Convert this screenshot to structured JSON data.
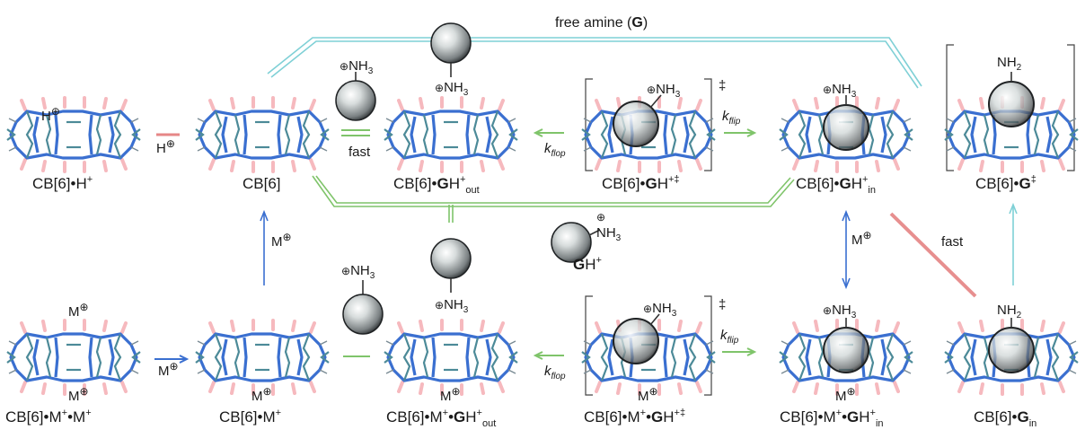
{
  "text": {
    "free_amine": "free amine (",
    "free_amine_G": "G",
    "free_amine_close": ")",
    "fast_top": "fast",
    "fast_diag": "fast",
    "k_flip": "k",
    "k_flip_sub": "flip",
    "k_flop": "k",
    "k_flop_sub": "flop",
    "dagger": "‡",
    "G": "G",
    "H_plus": "H",
    "M_plus": "M",
    "NH3": "NH",
    "NH3_sub": "3",
    "NH2": "NH",
    "NH2_sub": "2",
    "oplus": "⊕"
  },
  "labels": {
    "cb6_h": "CB[6]•H",
    "cb6": "CB[6]",
    "cb6_ghout_pre": "CB[6]•",
    "cb6_ghout_G": "G",
    "cb6_ghout_post": "H",
    "out": "out",
    "cb6_ghdag_pre": "CB[6]•",
    "cb6_ghdag_G": "G",
    "cb6_ghdag_post": "H",
    "cb6_ghin_pre": "CB[6]•",
    "cb6_ghin_G": "G",
    "cb6_ghin_post": "H",
    "in": "in",
    "cb6_gdag_pre": "CB[6]•",
    "cb6_gdag_G": "G",
    "cb6_mm": "CB[6]•M",
    "cb6_mm_mid": "•M",
    "cb6_m": "CB[6]•M",
    "cb6_mghout_pre": "CB[6]•M",
    "cb6_mghout_mid": "•",
    "cb6_mghout_G": "G",
    "cb6_mghout_post": "H",
    "cb6_mghdag_pre": "CB[6]•M",
    "cb6_mghdag_mid": "•",
    "cb6_mghdag_G": "G",
    "cb6_mghdag_post": "H",
    "cb6_mghin_pre": "CB[6]•M",
    "cb6_mghin_mid": "•",
    "cb6_mghin_G": "G",
    "cb6_mghin_post": "H",
    "cb6_gin_pre": "CB[6]•",
    "cb6_gin_G": "G",
    "plus": "+",
    "dag": "‡"
  },
  "colors": {
    "blue": "#3a6fd0",
    "green": "#7fc46a",
    "cyan": "#7fd0d6",
    "red": "#e06a6a",
    "pink": "#f0a0a8",
    "teal": "#4c8a98",
    "sphere_light": "#e8ecec",
    "sphere_dark": "#3a3e40"
  }
}
